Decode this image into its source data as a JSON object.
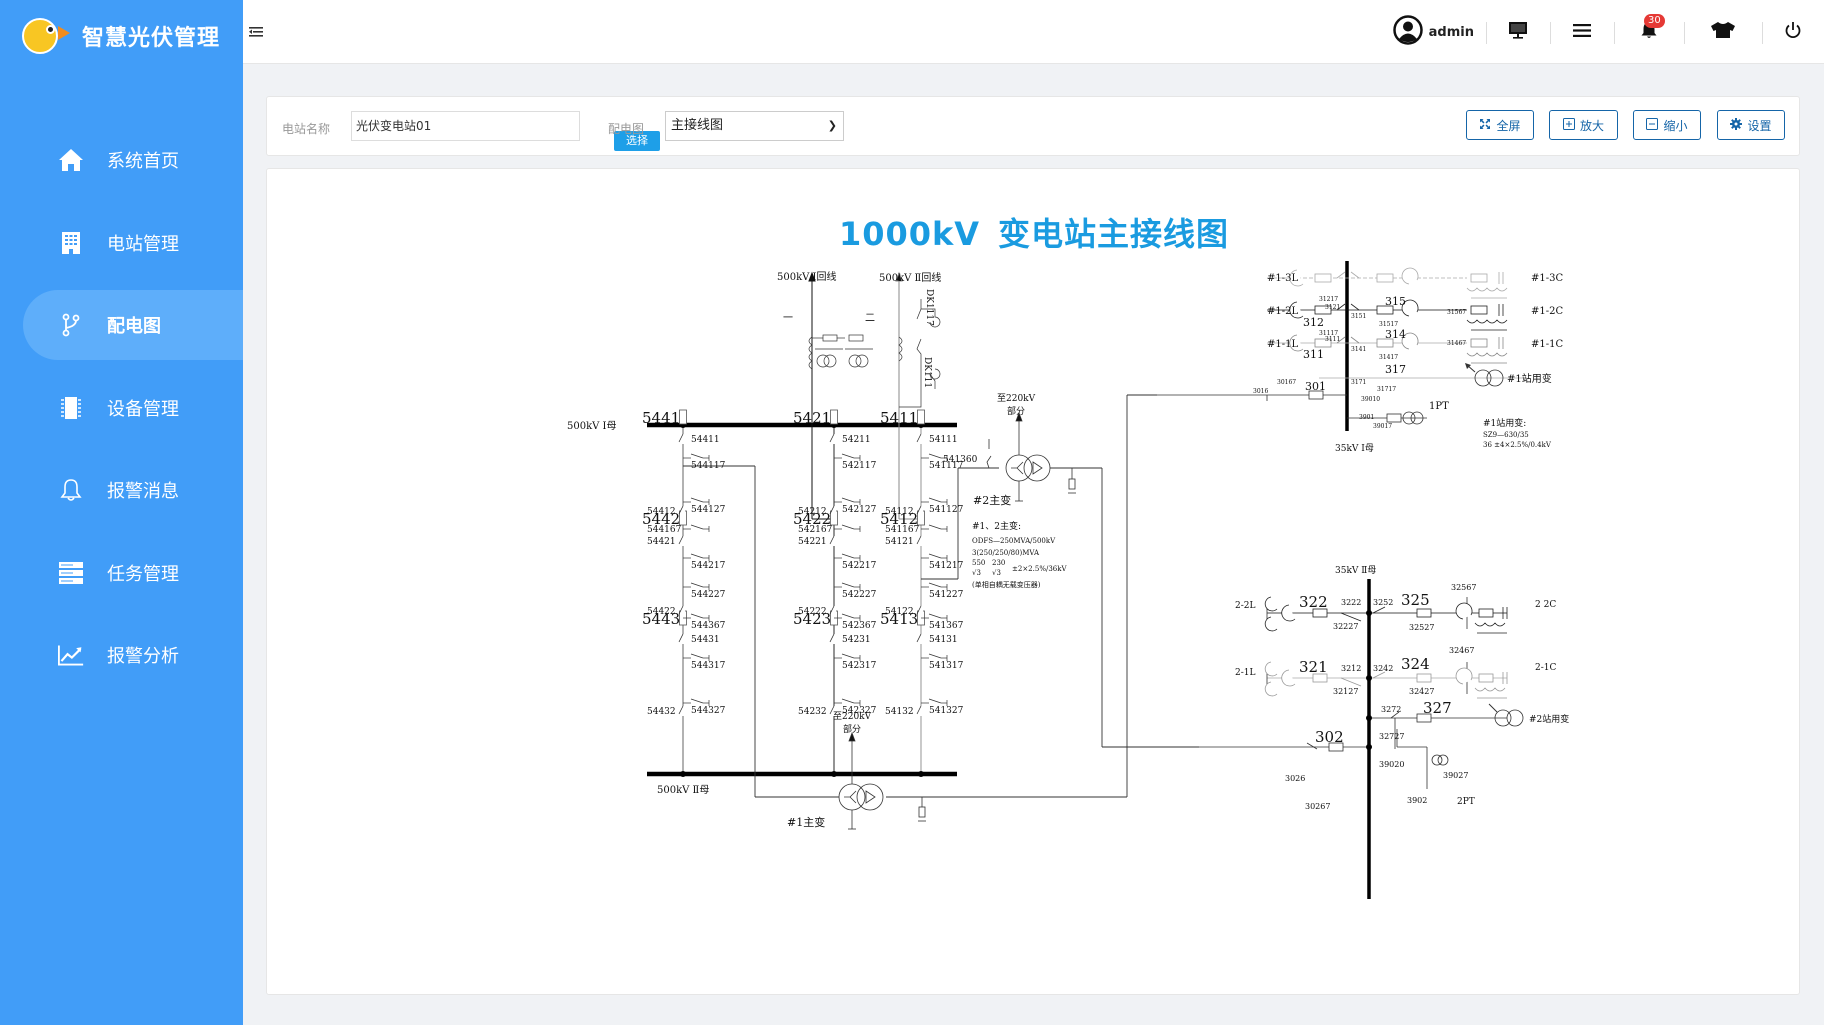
{
  "app": {
    "name": "智慧光伏管理"
  },
  "sidebar": {
    "items": [
      {
        "label": "系统首页",
        "icon": "home-icon",
        "active": false
      },
      {
        "label": "电站管理",
        "icon": "building-icon",
        "active": false
      },
      {
        "label": "配电图",
        "icon": "branch-icon",
        "active": true
      },
      {
        "label": "设备管理",
        "icon": "chip-icon",
        "active": false
      },
      {
        "label": "报警消息",
        "icon": "bell-icon",
        "active": false
      },
      {
        "label": "任务管理",
        "icon": "server-icon",
        "active": false
      },
      {
        "label": "报警分析",
        "icon": "line-chart-icon",
        "active": false
      }
    ]
  },
  "topbar": {
    "user": "admin",
    "notification_count": "30",
    "icons": [
      "user-avatar-icon",
      "monitor-icon",
      "menu-icon",
      "bell-icon",
      "shirt-icon",
      "power-icon"
    ]
  },
  "toolbar": {
    "station_label": "电站名称",
    "station_value": "光伏变电站01",
    "select_label": "选择",
    "diagram_label": "配电图",
    "diagram_value": "主接线图",
    "buttons": {
      "fullscreen": "全屏",
      "zoom_in": "放大",
      "zoom_out": "缩小",
      "settings": "设置"
    }
  },
  "diagram": {
    "title_kv": "1000kV",
    "title_text": "变电站主接线图",
    "bus": {
      "b500_1": "500kV  Ⅰ母",
      "b500_2": "500kV  Ⅱ母",
      "b35_1": "35kV  Ⅰ母",
      "b35_2": "35kV  Ⅱ母"
    },
    "lines": {
      "line1": "500kV Ⅰ回线",
      "line2": "500kV Ⅱ回线",
      "mark1": "一",
      "mark2": "二",
      "dk1117": "DK1117",
      "dk111": "DK111"
    },
    "breakers": {
      "c5441": "5441",
      "c5442": "5442",
      "c5443": "5443",
      "c5421": "5421",
      "c5422": "5422",
      "c5423": "5423",
      "c5411": "5411",
      "c5412": "5412",
      "c5413": "5413"
    },
    "switches_col1": [
      "54411",
      "544117",
      "544127",
      "54412",
      "544167",
      "54421",
      "544217",
      "544227",
      "54422",
      "544367",
      "54431",
      "544317",
      "544327",
      "54432"
    ],
    "switches_col2": [
      "54211",
      "542117",
      "542127",
      "54212",
      "542167",
      "54221",
      "542217",
      "542227",
      "54222",
      "542367",
      "54231",
      "542317",
      "542327",
      "54232"
    ],
    "switches_col3": [
      "54111",
      "541117",
      "541127",
      "54112",
      "541167",
      "54121",
      "541217",
      "541227",
      "54122",
      "541367",
      "54131",
      "541317",
      "541327",
      "54132"
    ],
    "transformers": {
      "t2_label": "#2主变",
      "t1_label": "#1主变",
      "to220_a": "至220kV",
      "to220_b": "部分",
      "sw541360": "541360",
      "spec_title": "#1、2主变:",
      "spec_1": "ODFS—250MVA/500kV",
      "spec_2": "3(250/250/80)MVA",
      "spec_3a": "550",
      "spec_3b": "√3",
      "spec_3c": "230",
      "spec_3d": "√3",
      "spec_3e": "±2×2.5%/36kV",
      "spec_4": "(单相自耦无载变压器)"
    },
    "kv35_1": {
      "feeders_left": [
        "#1-3L",
        "#1-2L",
        "#1-1L"
      ],
      "feeders_right": [
        "#1-3C",
        "#1-2C",
        "#1-1C"
      ],
      "nums": {
        "312": "312",
        "311": "311",
        "315": "315",
        "314": "314",
        "317": "317",
        "301": "301"
      },
      "small": {
        "31217": "31217",
        "3121": "3121",
        "31117": "31117",
        "3111": "3111",
        "3151": "3151",
        "31517": "31517",
        "3141": "3141",
        "31417": "31417",
        "31567": "31567",
        "31467": "31467",
        "3171": "3171",
        "31717": "31717",
        "3016": "3016",
        "30167": "30167",
        "39010": "39010",
        "3901": "3901",
        "39017": "39017"
      },
      "pt": "1PT",
      "station_tx": "#1站用变",
      "st_spec_title": "#1站用变:",
      "st_spec_1": "SZ9—630/35",
      "st_spec_2": "36 ±4×2.5%/0.4kV"
    },
    "kv35_2": {
      "feeders_left": [
        "2-2L",
        "2-1L"
      ],
      "feeders_right": [
        "2 2C",
        "2-1C"
      ],
      "nums": {
        "322": "322",
        "321": "321",
        "325": "325",
        "324": "324",
        "327": "327",
        "302": "302"
      },
      "small": {
        "3222": "3222",
        "3252": "3252",
        "32227": "32227",
        "32527": "32527",
        "32567": "32567",
        "32467": "32467",
        "3212": "3212",
        "3242": "3242",
        "32127": "32127",
        "32427": "32427",
        "3272": "3272",
        "32727": "32727",
        "39020": "39020",
        "39027": "39027",
        "3902": "3902",
        "3026": "3026",
        "30267": "30267"
      },
      "pt": "2PT",
      "station_tx": "#2站用变"
    }
  }
}
